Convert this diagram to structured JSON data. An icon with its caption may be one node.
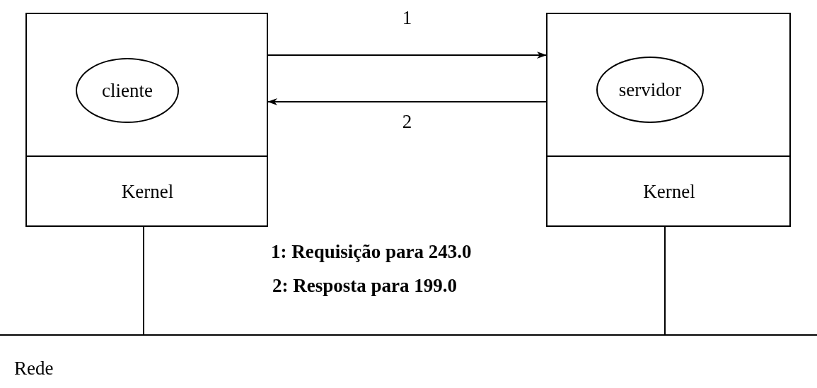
{
  "diagram": {
    "nodes": [
      {
        "text": [],
        "shape": "box"
      },
      {
        "text": [
          "cliente"
        ],
        "in": 0
      },
      {
        "text": [
          "Kernel"
        ],
        "in": 0
      },
      {
        "text": [],
        "shape": "box"
      },
      {
        "text": [
          "servidor"
        ],
        "in": 3
      },
      {
        "text": [
          "Kernel"
        ],
        "in": 3
      },
      {
        "text": [
          "Rede"
        ]
      }
    ],
    "edges": [
      {
        "from": 0,
        "to": 3,
        "arrow": "to",
        "label": "1"
      },
      {
        "from": 3,
        "to": 0,
        "arrow": "to",
        "label": "2"
      },
      {
        "from": 0,
        "to": 6,
        "arrow": "none"
      },
      {
        "from": 3,
        "to": 6,
        "arrow": "none"
      }
    ],
    "labels": [
      "1: Requisição para 243.0",
      "2: Resposta para 199.0"
    ]
  }
}
